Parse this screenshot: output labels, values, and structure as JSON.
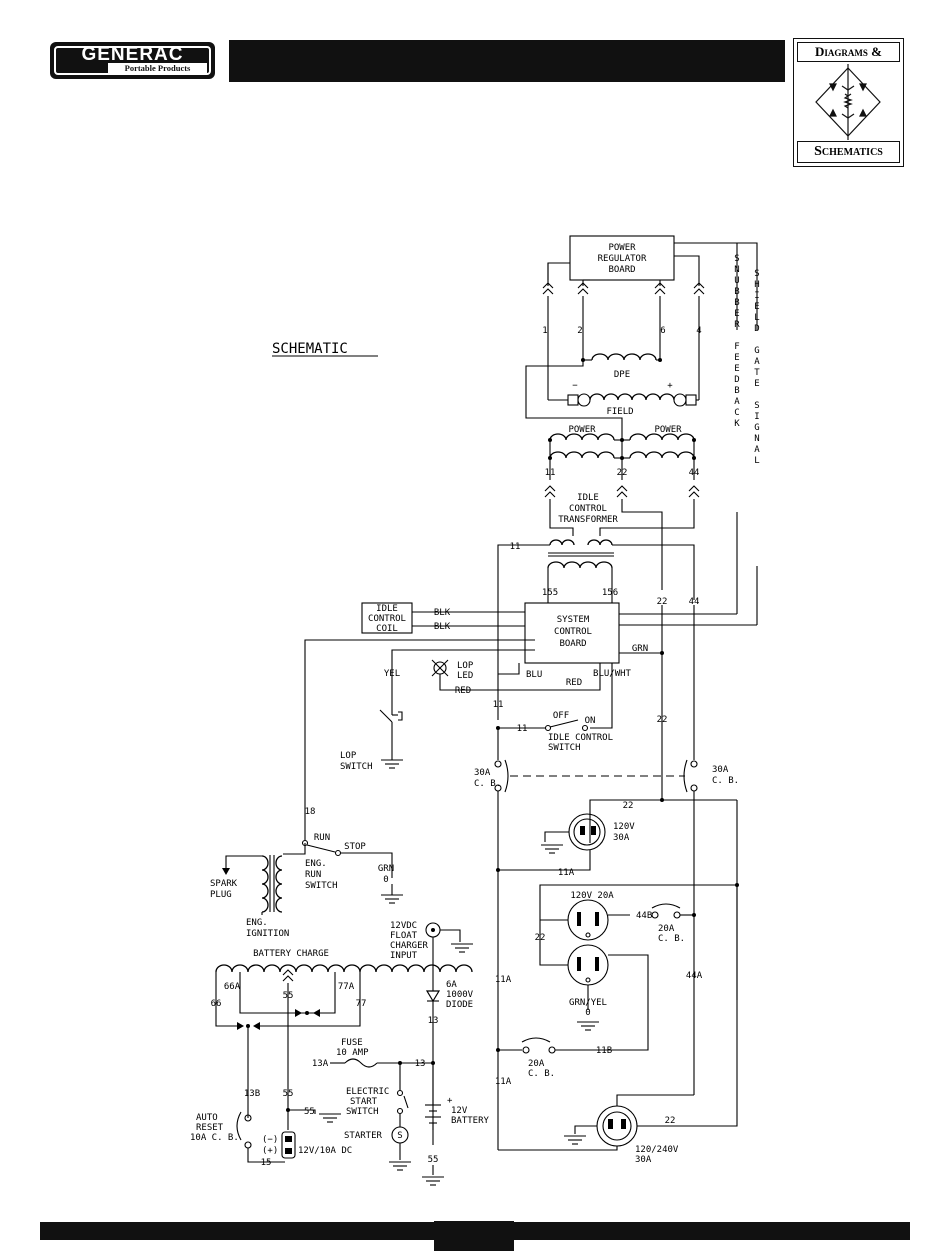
{
  "header": {
    "brand": "GENERAC",
    "brand_sub": "Portable Products",
    "badge_top": "Diagrams &",
    "badge_bottom": "Schematics"
  },
  "diagram": {
    "title": "SCHEMATIC",
    "labels": {
      "power_regulator_board": [
        "POWER",
        "REGULATOR",
        "BOARD"
      ],
      "pin_1": "1",
      "pin_2": "2",
      "pin_6": "6",
      "pin_4": "4",
      "snubber_feedback": "SNUBBER FEEDBACK",
      "shield_gate_signal": "SHIELD GATE SIGNAL",
      "dpe": "DPE",
      "field_minus": "−",
      "field_plus": "+",
      "field": "FIELD",
      "power_left": "POWER",
      "power_right": "POWER",
      "w11": "11",
      "w22": "22",
      "w44": "44",
      "idle_control_transformer": [
        "IDLE",
        "CONTROL",
        "TRANSFORMER"
      ],
      "w11_left": "11",
      "w155": "155",
      "w156": "156",
      "w22_right": "22",
      "w44_right": "44",
      "idle_control_coil": [
        "IDLE",
        "CONTROL",
        "COIL"
      ],
      "blk1": "BLK",
      "blk2": "BLK",
      "system_control_board": [
        "SYSTEM",
        "CONTROL",
        "BOARD"
      ],
      "grn": "GRN",
      "yel": "YEL",
      "lop_led": [
        "LOP",
        "LED"
      ],
      "blu": "BLU",
      "red1": "RED",
      "red2": "RED",
      "blu_wht": "BLU/WHT",
      "off": "OFF",
      "on": "ON",
      "w11_mid": "11",
      "w11_idle": "11",
      "idle_control_switch": [
        "IDLE CONTROL",
        "SWITCH"
      ],
      "w22_mid": "22",
      "lop_switch": [
        "LOP",
        "SWITCH"
      ],
      "cb30_left": [
        "30A",
        "C. B."
      ],
      "cb30_right": [
        "30A",
        "C. B."
      ],
      "w18": "18",
      "run": "RUN",
      "stop": "STOP",
      "eng_run_switch": [
        "ENG.",
        "RUN",
        "SWITCH"
      ],
      "grn_0": [
        "GRN",
        "0"
      ],
      "spark_plug": [
        "SPARK",
        "PLUG"
      ],
      "eng_ignition": [
        "ENG.",
        "IGNITION"
      ],
      "w22_recept": "22",
      "r120v_30a": [
        "120V",
        "30A"
      ],
      "w11a_1": "11A",
      "r120v_20a": "120V 20A",
      "w44b": "44B",
      "cb20_right": [
        "20A",
        "C. B."
      ],
      "w22_left_recept": "22",
      "float_charger": [
        "12VDC",
        "FLOAT",
        "CHARGER",
        "INPUT"
      ],
      "battery_charge": "BATTERY CHARGE",
      "w66a": "66A",
      "w55_top": "55",
      "w77a": "77A",
      "w66": "66",
      "w77": "77",
      "diode": [
        "6A",
        "1000V",
        "DIODE"
      ],
      "w13": "13",
      "grn_yel": [
        "GRN/YEL",
        "0"
      ],
      "w11a_2": "11A",
      "w44a": "44A",
      "fuse": [
        "FUSE",
        "10 AMP"
      ],
      "w13a": "13A",
      "w13_mid": "13",
      "cb20_bottom": [
        "20A",
        "C. B."
      ],
      "w11b": "11B",
      "w11a_3": "11A",
      "w13b": "13B",
      "w55_mid": "55",
      "w55_gnd": "55",
      "electric_start_switch": [
        "ELECTRIC",
        "START",
        "SWITCH"
      ],
      "battery": [
        "12V",
        "BATTERY"
      ],
      "batt_plus": "+",
      "auto_reset": [
        "AUTO",
        "RESET",
        "10A C. B."
      ],
      "dc_minus": "(−)",
      "dc_plus": "(+)",
      "dc_out": "12V/10A DC",
      "w15": "15",
      "starter": "STARTER",
      "starter_s": "S",
      "w55_bottom": "55",
      "w22_bottom": "22",
      "r120_240v": [
        "120/240V",
        "30A"
      ]
    }
  }
}
